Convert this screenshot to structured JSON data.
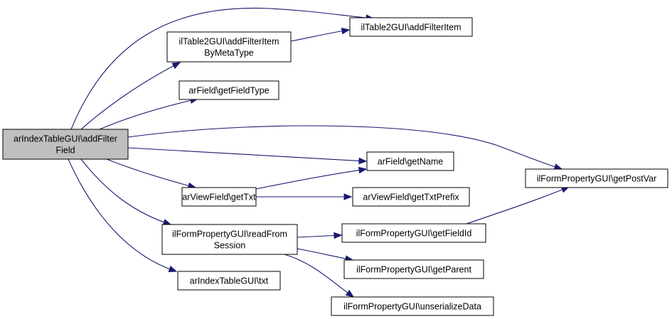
{
  "diagram": {
    "root": {
      "id": "root",
      "lines": [
        "arIndexTableGUI\\addFilter",
        "Field"
      ]
    },
    "nodes": [
      {
        "id": "n_addFilterItemByMetaType",
        "lines": [
          "ilTable2GUI\\addFilterItem",
          "ByMetaType"
        ]
      },
      {
        "id": "n_addFilterItem",
        "lines": [
          "ilTable2GUI\\addFilterItem"
        ]
      },
      {
        "id": "n_getFieldType",
        "lines": [
          "arField\\getFieldType"
        ]
      },
      {
        "id": "n_getName",
        "lines": [
          "arField\\getName"
        ]
      },
      {
        "id": "n_getTxt",
        "lines": [
          "arViewField\\getTxt"
        ]
      },
      {
        "id": "n_getTxtPrefix",
        "lines": [
          "arViewField\\getTxtPrefix"
        ]
      },
      {
        "id": "n_getPostVar",
        "lines": [
          "ilFormPropertyGUI\\getPostVar"
        ]
      },
      {
        "id": "n_readFromSession",
        "lines": [
          "ilFormPropertyGUI\\readFrom",
          "Session"
        ]
      },
      {
        "id": "n_getFieldId",
        "lines": [
          "ilFormPropertyGUI\\getFieldId"
        ]
      },
      {
        "id": "n_getParent",
        "lines": [
          "ilFormPropertyGUI\\getParent"
        ]
      },
      {
        "id": "n_unserializeData",
        "lines": [
          "ilFormPropertyGUI\\unserializeData"
        ]
      },
      {
        "id": "n_txt",
        "lines": [
          "arIndexTableGUI\\txt"
        ]
      }
    ],
    "edges": [
      {
        "from": "root",
        "to": "n_addFilterItem"
      },
      {
        "from": "root",
        "to": "n_addFilterItemByMetaType"
      },
      {
        "from": "n_addFilterItemByMetaType",
        "to": "n_addFilterItem"
      },
      {
        "from": "root",
        "to": "n_getFieldType"
      },
      {
        "from": "root",
        "to": "n_getPostVar"
      },
      {
        "from": "root",
        "to": "n_getName"
      },
      {
        "from": "root",
        "to": "n_getTxt"
      },
      {
        "from": "n_getTxt",
        "to": "n_getName"
      },
      {
        "from": "n_getTxt",
        "to": "n_getTxtPrefix"
      },
      {
        "from": "root",
        "to": "n_readFromSession"
      },
      {
        "from": "root",
        "to": "n_txt"
      },
      {
        "from": "n_readFromSession",
        "to": "n_getFieldId"
      },
      {
        "from": "n_readFromSession",
        "to": "n_getParent"
      },
      {
        "from": "n_readFromSession",
        "to": "n_unserializeData"
      },
      {
        "from": "n_getFieldId",
        "to": "n_getPostVar"
      }
    ]
  }
}
